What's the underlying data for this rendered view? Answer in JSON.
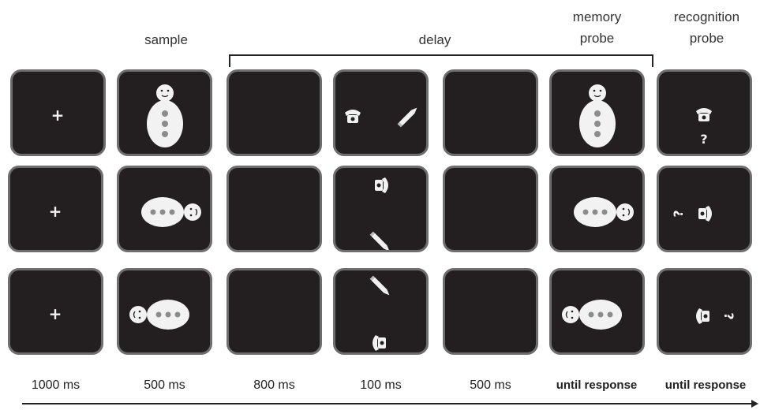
{
  "headers": {
    "sample": "sample",
    "delay": "delay",
    "memory_probe": [
      "memory",
      "probe"
    ],
    "recognition_probe": [
      "recognition",
      "probe"
    ]
  },
  "timings": [
    "1000 ms",
    "500 ms",
    "800 ms",
    "100 ms",
    "500 ms",
    "until response",
    "until response"
  ],
  "fixation_symbol": "+",
  "question_symbol": "?",
  "colors": {
    "panel_fill": "#231f20",
    "panel_border": "#6e6e6e",
    "stimulus": "#f2f2f2",
    "dot": "#8c8c8c"
  },
  "icons": [
    "fixation-cross",
    "snowman",
    "telephone-icon",
    "pencil-icon",
    "question-mark"
  ]
}
